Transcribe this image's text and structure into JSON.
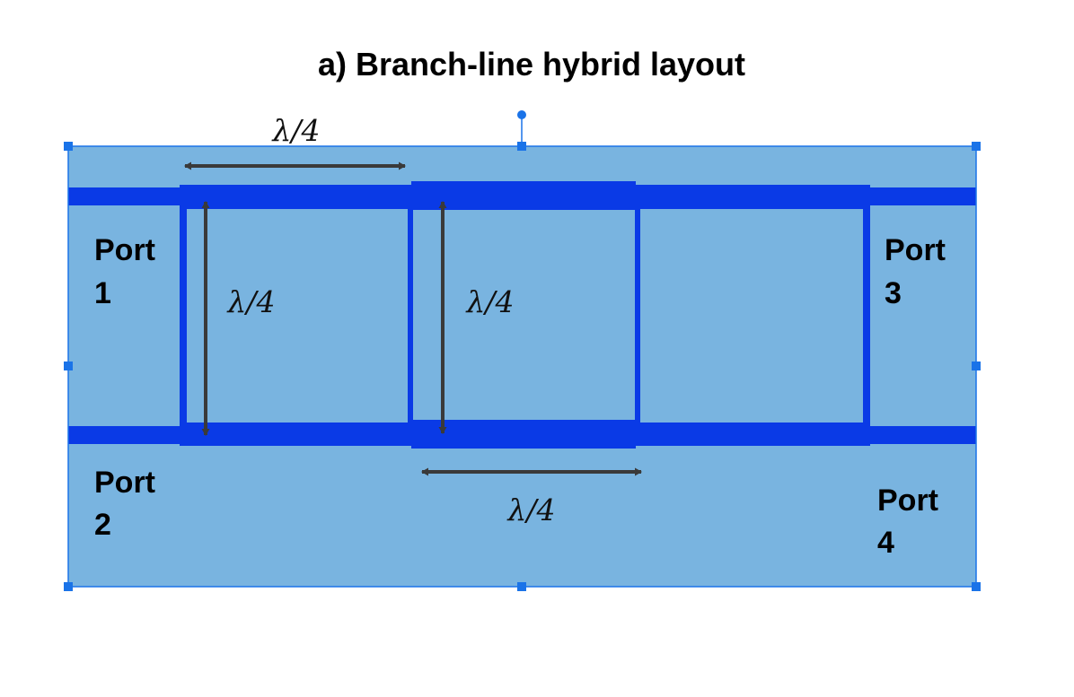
{
  "title": "a) Branch-line hybrid layout",
  "dimension_labels": {
    "top_series_arm": "λ/4",
    "left_shunt_arm": "λ/4",
    "middle_shunt_arm": "λ/4",
    "bottom_series_arm": "λ/4"
  },
  "ports": {
    "port1": {
      "word": "Port",
      "number": "1"
    },
    "port2": {
      "word": "Port",
      "number": "2"
    },
    "port3": {
      "word": "Port",
      "number": "3"
    },
    "port4": {
      "word": "Port",
      "number": "4"
    }
  },
  "colors": {
    "substrate": "#79b4e0",
    "trace": "#0a3ae6",
    "selection": "#1a73e8",
    "arrow": "#3a3a3a"
  }
}
